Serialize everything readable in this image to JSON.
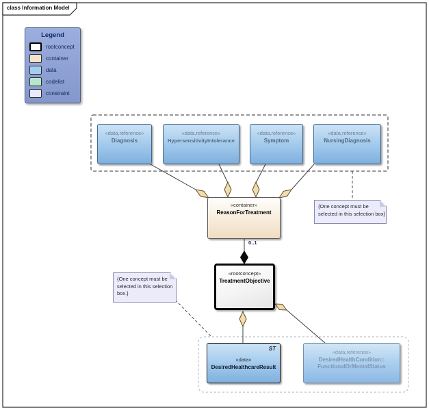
{
  "frame": {
    "title": "class Information Model"
  },
  "legend": {
    "title": "Legend",
    "items": [
      {
        "label": "rootconcept",
        "color": "#ffffff"
      },
      {
        "label": "container",
        "color": "#f5e2ca"
      },
      {
        "label": "data",
        "color": "#a6cdee"
      },
      {
        "label": "codelist",
        "color": "#b8e6cd"
      },
      {
        "label": "constraint",
        "color": "#e9e9f9"
      }
    ]
  },
  "nodes": {
    "diagnosis": {
      "stereotype": "«data,reference»",
      "name": "Diagnosis"
    },
    "hypersensitivity": {
      "stereotype": "«data,reference»",
      "name": "HypersensitivityIntolerance"
    },
    "symptom": {
      "stereotype": "«data,reference»",
      "name": "Symptom"
    },
    "nursing_diagnosis": {
      "stereotype": "«data,reference»",
      "name": "NursingDiagnosis"
    },
    "reason_for_treatment": {
      "stereotype": "«container»",
      "name": "ReasonForTreatment"
    },
    "treatment_objective": {
      "stereotype": "«rootconcept»",
      "name": "TreatmentObjective"
    },
    "desired_healthcare_result": {
      "stereotype": "«data»",
      "name": "DesiredHealthcareResult",
      "tag": "ST"
    },
    "functional_or_mental_status": {
      "stereotype": "«data,reference»",
      "name_line1": "DesiredHealthCondition::",
      "name_line2": "FunctionalOrMentalStatus"
    }
  },
  "connectors": {
    "multiplicity": "0..1"
  },
  "notes": {
    "right": {
      "lines": [
        "{One concept must be",
        "selected in this selection box}"
      ]
    },
    "left": {
      "lines": [
        "{One concept must be",
        "selected in this selection",
        "box.}"
      ]
    }
  },
  "colors": {
    "data_fill_top": "#cde3f6",
    "data_fill_bottom": "#7fb0de",
    "container_fill_bottom": "#f0dcc2",
    "root_fill": "#ffffff",
    "note_fill": "#ecebfa",
    "legend_bg": "#93a5d6",
    "diamond_fill": "#f3dcae",
    "line_color": "#3c3c3c"
  }
}
